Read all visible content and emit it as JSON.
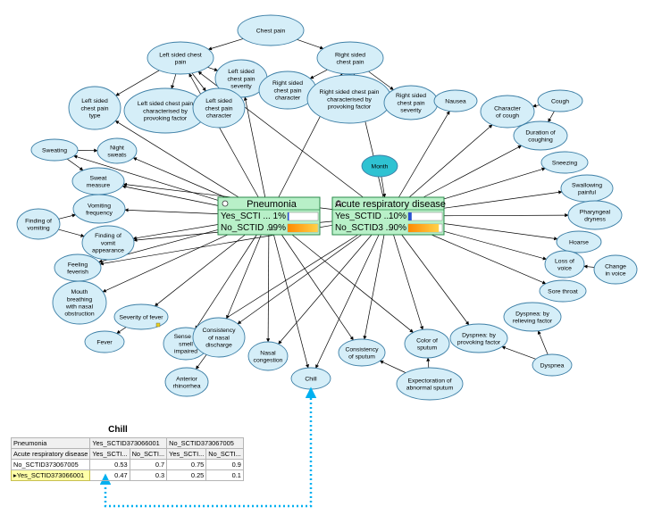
{
  "colors": {
    "node_fill": "#d5eef8",
    "node_stroke": "#3d7fa6",
    "evidence_node_fill": "#2fc2d2",
    "monitor_fill": "#b8f0c8",
    "edge": "#000000",
    "link_arrow": "#00b0f0"
  },
  "nodes": [
    {
      "id": "chest_pain",
      "lines": [
        "Chest pain"
      ]
    },
    {
      "id": "left_chest_pain",
      "lines": [
        "Left sided chest",
        "pain"
      ]
    },
    {
      "id": "right_chest_pain",
      "lines": [
        "Right sided",
        "chest pain"
      ]
    },
    {
      "id": "left_severity",
      "lines": [
        "Left sided",
        "chest pain",
        "severity"
      ]
    },
    {
      "id": "left_type",
      "lines": [
        "Left sided",
        "chest pain",
        "type"
      ]
    },
    {
      "id": "left_provoking",
      "lines": [
        "Left sided chest pain",
        "characterised by",
        "provoking factor"
      ]
    },
    {
      "id": "left_character",
      "lines": [
        "Left sided",
        "chest pain",
        "character"
      ]
    },
    {
      "id": "right_character",
      "lines": [
        "Right sided",
        "chest pain",
        "character"
      ]
    },
    {
      "id": "right_provoking",
      "lines": [
        "Right sided chest pain",
        "characterised by",
        "provoking factor"
      ]
    },
    {
      "id": "right_severity",
      "lines": [
        "Right sided",
        "chest pain",
        "severity"
      ]
    },
    {
      "id": "nausea",
      "lines": [
        "Nausea"
      ]
    },
    {
      "id": "character_cough",
      "lines": [
        "Character",
        "of cough"
      ]
    },
    {
      "id": "cough",
      "lines": [
        "Cough"
      ]
    },
    {
      "id": "duration_coughing",
      "lines": [
        "Duration of",
        "coughing"
      ]
    },
    {
      "id": "sweating",
      "lines": [
        "Sweating"
      ]
    },
    {
      "id": "night_sweats",
      "lines": [
        "Night",
        "sweats"
      ]
    },
    {
      "id": "sweat_measure",
      "lines": [
        "Sweat",
        "measure"
      ]
    },
    {
      "id": "month",
      "lines": [
        "Month"
      ]
    },
    {
      "id": "sneezing",
      "lines": [
        "Sneezing"
      ]
    },
    {
      "id": "swallowing",
      "lines": [
        "Swallowing",
        "painful"
      ]
    },
    {
      "id": "pharyngeal",
      "lines": [
        "Pharyngeal",
        "dryness"
      ]
    },
    {
      "id": "vomiting_freq",
      "lines": [
        "Vomiting",
        "frequency"
      ]
    },
    {
      "id": "finding_vomiting",
      "lines": [
        "Finding of",
        "vomiting"
      ]
    },
    {
      "id": "vomit_appearance",
      "lines": [
        "Finding of",
        "vomit",
        "appearance"
      ]
    },
    {
      "id": "hoarse",
      "lines": [
        "Hoarse"
      ]
    },
    {
      "id": "loss_voice",
      "lines": [
        "Loss of",
        "voice"
      ]
    },
    {
      "id": "change_voice",
      "lines": [
        "Change",
        "in voice"
      ]
    },
    {
      "id": "feeling_feverish",
      "lines": [
        "Feeling",
        "feverish"
      ]
    },
    {
      "id": "sore_throat",
      "lines": [
        "Sore throat"
      ]
    },
    {
      "id": "mouth_breathing",
      "lines": [
        "Mouth",
        "breathing",
        "with nasal",
        "obstruction"
      ]
    },
    {
      "id": "severity_fever",
      "lines": [
        "Severity of fever"
      ]
    },
    {
      "id": "fever",
      "lines": [
        "Fever"
      ]
    },
    {
      "id": "smell_impaired",
      "lines": [
        "Sense of",
        "smell",
        "impaired"
      ]
    },
    {
      "id": "nasal_discharge",
      "lines": [
        "Consistency",
        "of nasal",
        "discharge"
      ]
    },
    {
      "id": "nasal_congestion",
      "lines": [
        "Nasal",
        "congestion"
      ]
    },
    {
      "id": "chill",
      "lines": [
        "Chill"
      ]
    },
    {
      "id": "consistency_sputum",
      "lines": [
        "Consistency",
        "of sputum"
      ]
    },
    {
      "id": "color_sputum",
      "lines": [
        "Color of",
        "sputum"
      ]
    },
    {
      "id": "dyspnea_provoking",
      "lines": [
        "Dyspnea: by",
        "provoking factor"
      ]
    },
    {
      "id": "dyspnea_relieving",
      "lines": [
        "Dyspnea: by",
        "relieving factor"
      ]
    },
    {
      "id": "dyspnea",
      "lines": [
        "Dyspnea"
      ]
    },
    {
      "id": "anterior_rhinorrhea",
      "lines": [
        "Anterior",
        "rhinorrhea"
      ]
    },
    {
      "id": "expectoration",
      "lines": [
        "Expectoration of",
        "abnormal sputum"
      ]
    }
  ],
  "monitors": {
    "pneumonia": {
      "title": "Pneumonia",
      "states": [
        {
          "label": "Yes_SCTI ...",
          "value_text": "1%",
          "p": 0.01
        },
        {
          "label": "No_SCTID ...",
          "value_text": "99%",
          "p": 0.99
        }
      ]
    },
    "ard": {
      "title": "Acute respiratory disease",
      "states": [
        {
          "label": "Yes_SCTID ...",
          "value_text": "10%",
          "p": 0.1
        },
        {
          "label": "No_SCTID3 ...",
          "value_text": "90%",
          "p": 0.9
        }
      ]
    }
  },
  "cpt": {
    "title": "Chill",
    "header_row": [
      "Pneumonia",
      "Yes_SCTID373066001",
      "No_SCTID373067005"
    ],
    "sub_header_row": [
      "Acute respiratory disease",
      "Yes_SCTI...",
      "No_SCTI...",
      "Yes_SCTI...",
      "No_SCTI..."
    ],
    "rows": [
      {
        "marker": "",
        "label": "No_SCTID373067005",
        "values": [
          "0.53",
          "0.7",
          "0.75",
          "0.9"
        ]
      },
      {
        "marker": "▸",
        "label": "Yes_SCTID373066001",
        "values": [
          "0.47",
          "0.3",
          "0.25",
          "0.1"
        ]
      }
    ]
  }
}
